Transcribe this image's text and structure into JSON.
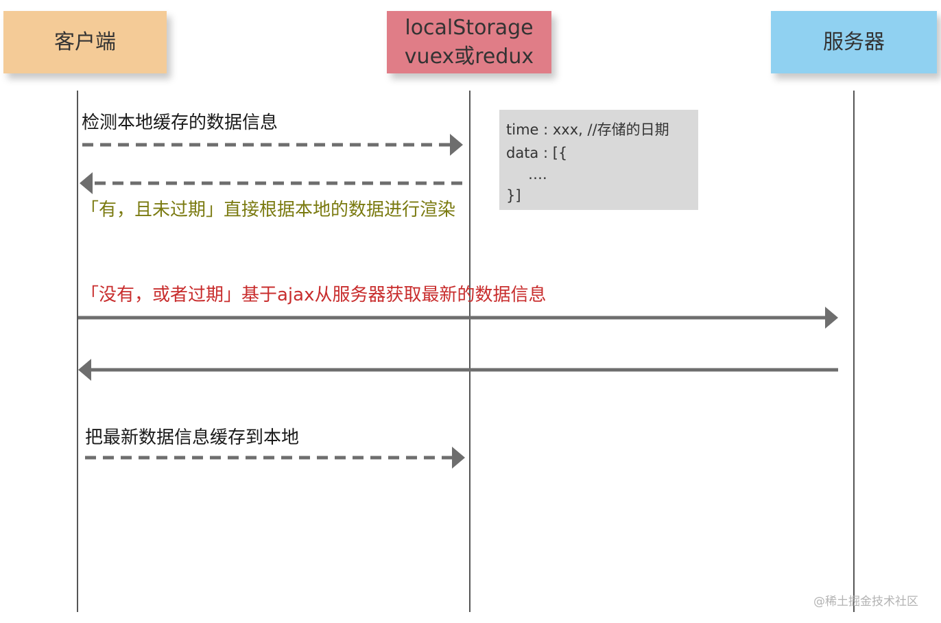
{
  "participants": {
    "client": "客户端",
    "storage_line1": "localStorage",
    "storage_line2": "vuex或redux",
    "server": "服务器"
  },
  "messages": {
    "check_local": "检测本地缓存的数据信息",
    "cached_valid": "「有，且未过期」直接根据本地的数据进行渲染",
    "fetch_server": "「没有，或者过期」基于ajax从服务器获取最新的数据信息",
    "save_local": "把最新数据信息缓存到本地"
  },
  "note": {
    "line1": "time : xxx,  //存储的日期",
    "line2": "data : [{",
    "line3": "….",
    "line4": "}]"
  },
  "watermark": "@稀土掘金技术社区",
  "colors": {
    "client_box": "#f4cb97",
    "storage_box": "#e07d87",
    "server_box": "#90d1f1",
    "cached_label": "#7a7a10",
    "fetch_label": "#c82d2d",
    "arrow": "#6e6e6e",
    "note_bg": "#d9d9d9"
  }
}
